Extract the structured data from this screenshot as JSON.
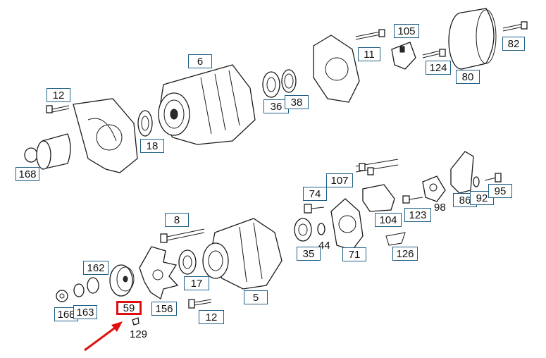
{
  "diagram": {
    "callouts": {
      "c6": "6",
      "c105": "105",
      "c82": "82",
      "c11": "11",
      "c124": "124",
      "c80": "80",
      "c12a": "12",
      "c36": "36",
      "c38": "38",
      "c18": "18",
      "c168a": "168",
      "c107": "107",
      "c74": "74",
      "c86": "86",
      "c92": "92",
      "c95": "95",
      "c8": "8",
      "c104": "104",
      "c123": "123",
      "c35": "35",
      "c71": "71",
      "c126": "126",
      "c162": "162",
      "c17": "17",
      "c5": "5",
      "c168b": "168",
      "c163": "163",
      "c59": "59",
      "c156": "156",
      "c12b": "12"
    },
    "plain": {
      "p98": "98",
      "p44": "44",
      "p129": "129"
    },
    "highlight_color": "#e01010",
    "callout_border_color": "#1f5f86"
  }
}
